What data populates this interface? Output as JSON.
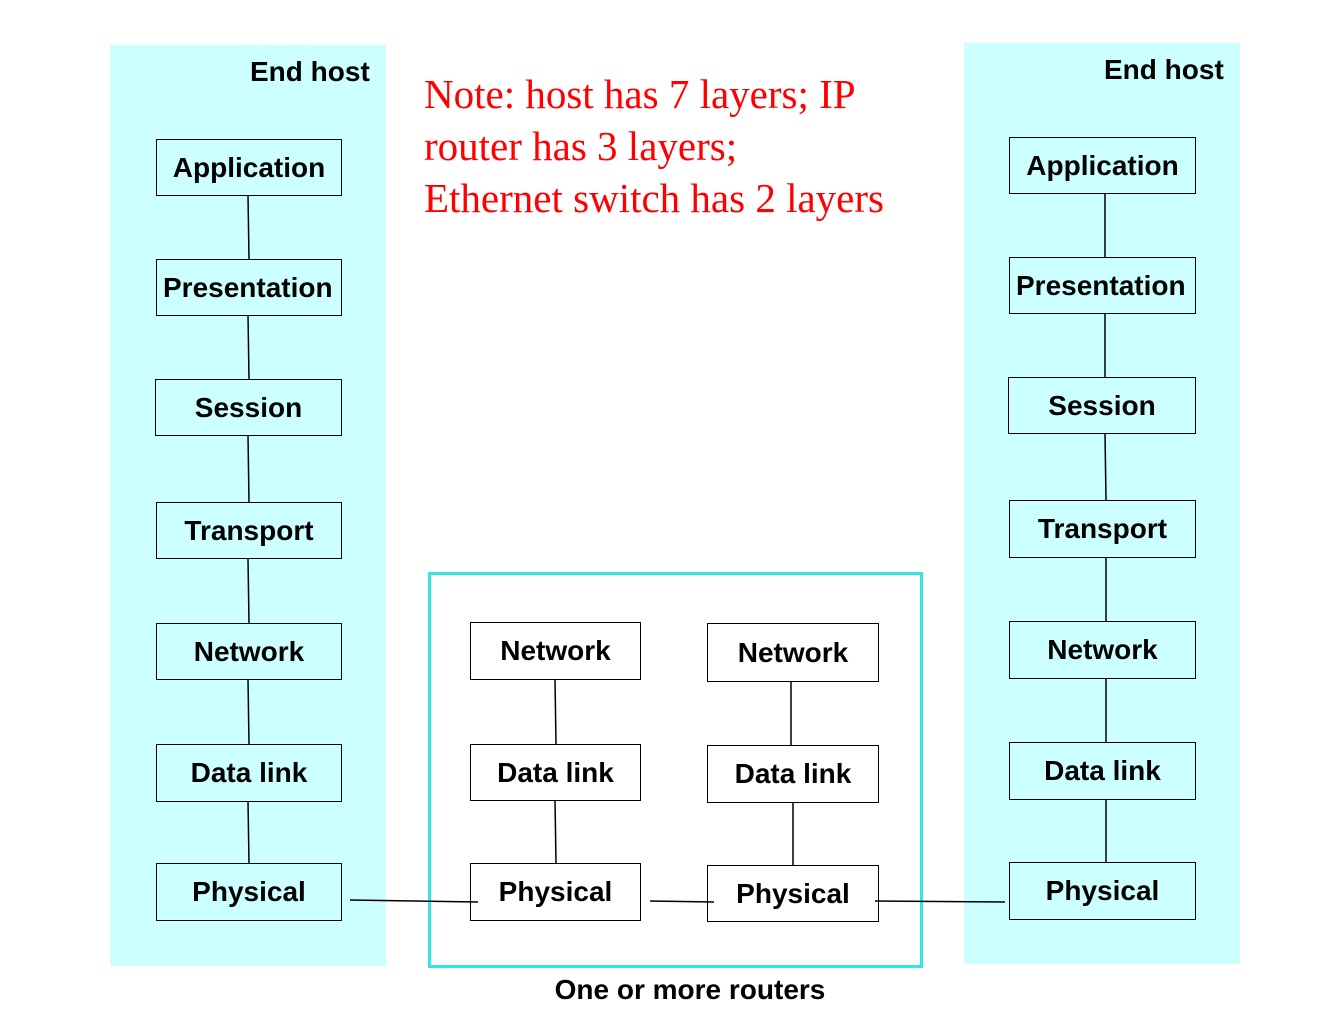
{
  "left_host": {
    "label": "End host",
    "layers": [
      "Application",
      "Presentation",
      "Session",
      "Transport",
      "Network",
      "Data link",
      "Physical"
    ]
  },
  "right_host": {
    "label": "End host",
    "layers": [
      "Application",
      "Presentation",
      "Session",
      "Transport",
      "Network",
      "Data link",
      "Physical"
    ]
  },
  "routers": {
    "caption": "One or more routers",
    "router_a": {
      "layers": [
        "Network",
        "Data link",
        "Physical"
      ]
    },
    "router_b": {
      "layers": [
        "Network",
        "Data link",
        "Physical"
      ]
    }
  },
  "note": {
    "lines": [
      "Note: host has 7 layers; IP",
      "router has 3 layers;",
      "Ethernet switch has 2 layers"
    ],
    "color": "#ff0000"
  },
  "colors": {
    "host_panel": "#ccffff",
    "router_border": "#33e6e6"
  }
}
